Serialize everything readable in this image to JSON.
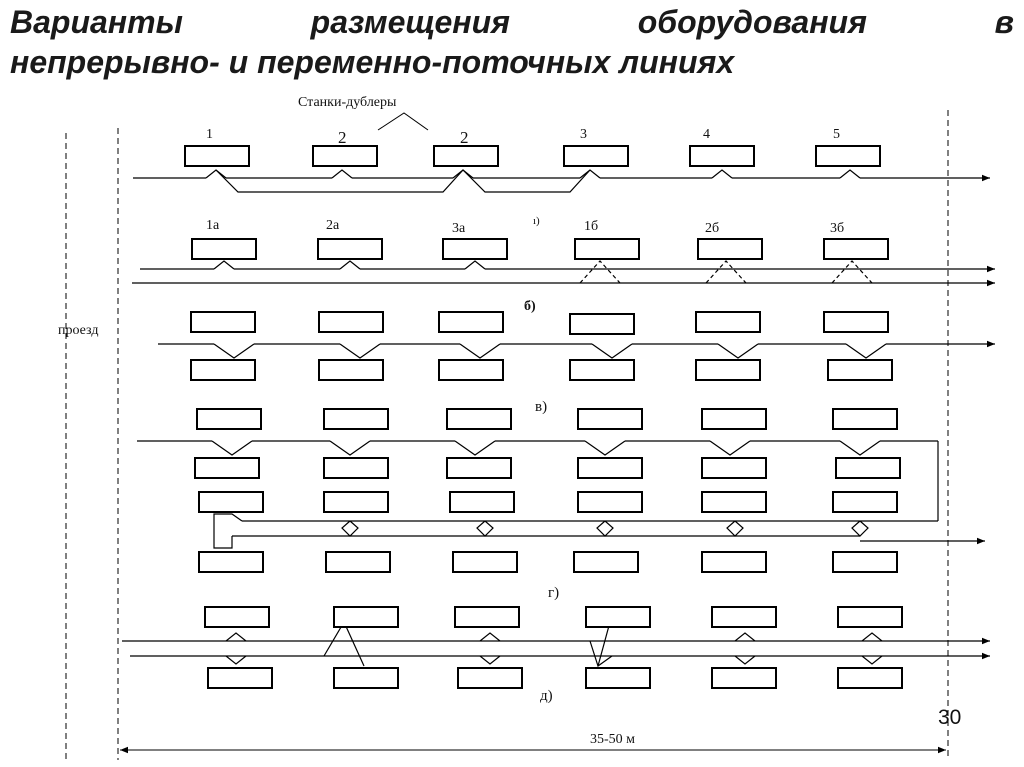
{
  "title": {
    "line1": "Варианты размещения оборудования в",
    "line2": "непрерывно- и переменно-поточных линиях"
  },
  "doubler_label": "Станки-дублеры",
  "aisle_label": "проезд",
  "dimension_label": "35-50 м",
  "page_number": "30",
  "row_a": {
    "variant_label": "",
    "machine_labels": [
      "1",
      "2",
      "2",
      "3",
      "4",
      "5"
    ]
  },
  "row_b": {
    "variant_label": "б)",
    "marker": "ı)",
    "machine_labels": [
      "1а",
      "2а",
      "3а",
      "1б",
      "2б",
      "3б"
    ]
  },
  "row_v": {
    "variant_label": "в)"
  },
  "row_g": {
    "variant_label": "г)"
  },
  "row_d": {
    "variant_label": "д)"
  }
}
